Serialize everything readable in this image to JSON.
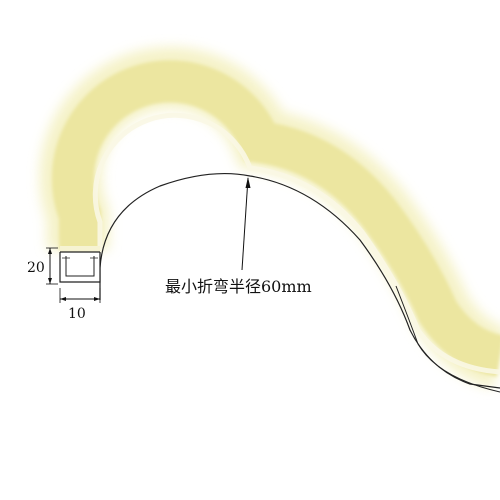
{
  "diagram": {
    "height_label": "20",
    "width_label": "10",
    "bend_radius_label": "最小折弯半径60mm",
    "colors": {
      "glow": "#f2eeb6",
      "strip_core": "#ece6a0",
      "strip_edge": "#faf7e4",
      "outline": "#222222",
      "dimension_lines": "#111111"
    }
  }
}
